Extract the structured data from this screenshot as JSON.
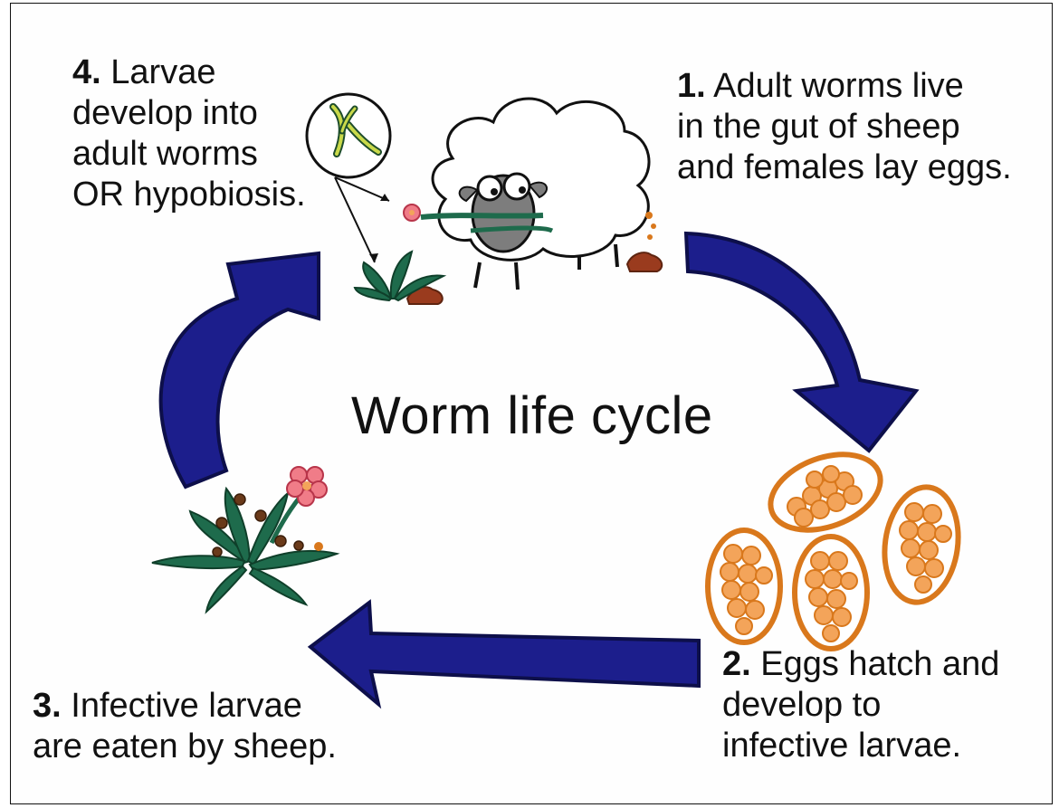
{
  "title": "Worm life cycle",
  "stages": [
    {
      "number": "1.",
      "lines": [
        "Adult worms live",
        "in the gut of sheep",
        "and females lay eggs."
      ]
    },
    {
      "number": "2.",
      "lines": [
        "Eggs hatch and",
        "develop to",
        "infective larvae."
      ]
    },
    {
      "number": "3.",
      "lines": [
        "Infective larvae",
        "are eaten by sheep."
      ]
    },
    {
      "number": "4.",
      "lines": [
        "Larvae",
        "develop into",
        "adult worms",
        "OR hypobiosis."
      ]
    }
  ],
  "colors": {
    "arrow": "#1c1e8c",
    "egg_outline": "#d9781c",
    "egg_fill": "#f3a45a",
    "leaf": "#1e6b4c",
    "flower": "#f07c88",
    "dung": "#9a3b1e"
  }
}
